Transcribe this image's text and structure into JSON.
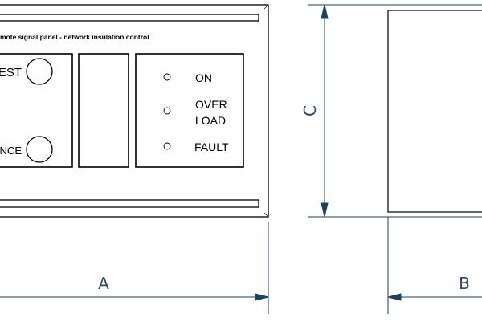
{
  "front_view": {
    "panel_title": "mote signal panel - network insulation control",
    "buttons": [
      {
        "label": "TEST"
      },
      {
        "label": "NCE"
      }
    ],
    "indicators": [
      {
        "label": "ON"
      },
      {
        "label": "OVER"
      },
      {
        "label": "LOAD"
      },
      {
        "label": "FAULT"
      }
    ]
  },
  "dimensions": {
    "width_label": "A",
    "depth_label": "B",
    "height_label": "C"
  },
  "colors": {
    "outline": "#000000",
    "dimension": "#1f3f5e"
  }
}
